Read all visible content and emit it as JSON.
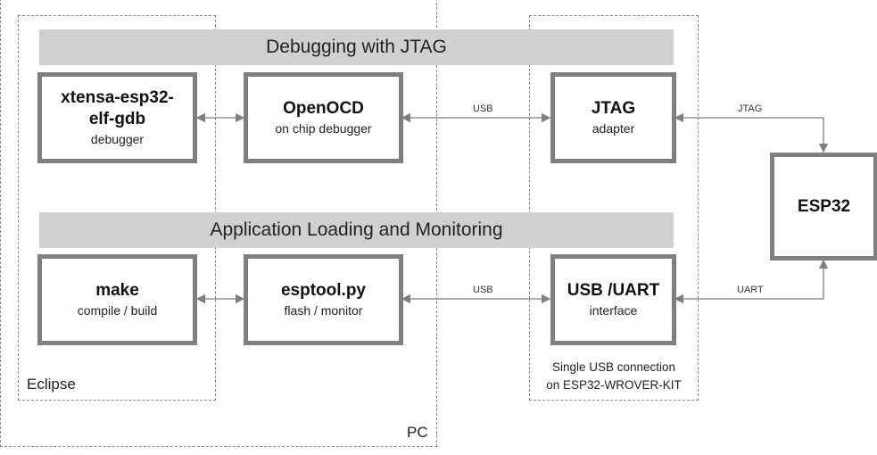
{
  "groups": {
    "pc": "PC",
    "eclipse": "Eclipse",
    "kit": [
      "Single USB connection",
      "on ESP32-WROVER-KIT"
    ]
  },
  "bands": {
    "debug": "Debugging with JTAG",
    "app": "Application Loading and Monitoring"
  },
  "boxes": {
    "gdb": {
      "title": [
        "xtensa-esp32-",
        "elf-gdb"
      ],
      "sub": "debugger"
    },
    "openocd": {
      "title": "OpenOCD",
      "sub": "on chip debugger"
    },
    "jtag": {
      "title": "JTAG",
      "sub": "adapter"
    },
    "make": {
      "title": "make",
      "sub": "compile / build"
    },
    "esptool": {
      "title": "esptool.py",
      "sub": "flash / monitor"
    },
    "usbuart": {
      "title": "USB /UART",
      "sub": "interface"
    },
    "esp32": {
      "title": "ESP32"
    }
  },
  "links": {
    "usb1": "USB",
    "usb2": "USB",
    "jtag": "JTAG",
    "uart": "UART"
  }
}
